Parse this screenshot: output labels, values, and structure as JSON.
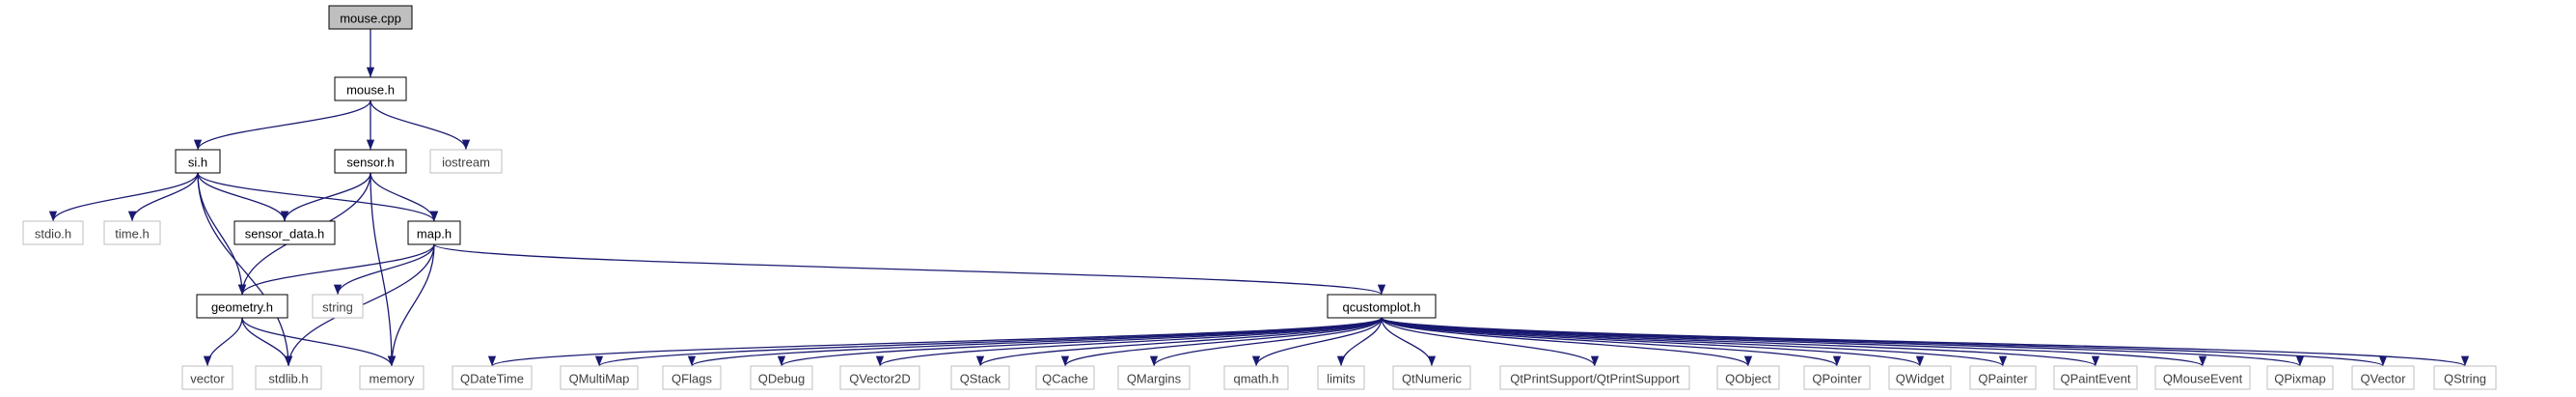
{
  "graph": {
    "nodes": [
      {
        "id": "mouse_cpp",
        "label": "mouse.cpp",
        "kind": "root"
      },
      {
        "id": "mouse_h",
        "label": "mouse.h",
        "kind": "local"
      },
      {
        "id": "si_h",
        "label": "si.h",
        "kind": "local"
      },
      {
        "id": "sensor_h",
        "label": "sensor.h",
        "kind": "local"
      },
      {
        "id": "iostream",
        "label": "iostream",
        "kind": "system"
      },
      {
        "id": "stdio_h",
        "label": "stdio.h",
        "kind": "system"
      },
      {
        "id": "time_h",
        "label": "time.h",
        "kind": "system"
      },
      {
        "id": "sensor_data_h",
        "label": "sensor_data.h",
        "kind": "local"
      },
      {
        "id": "map_h",
        "label": "map.h",
        "kind": "local"
      },
      {
        "id": "geometry_h",
        "label": "geometry.h",
        "kind": "local"
      },
      {
        "id": "string",
        "label": "string",
        "kind": "system"
      },
      {
        "id": "qcustomplot_h",
        "label": "qcustomplot.h",
        "kind": "local"
      },
      {
        "id": "vector",
        "label": "vector",
        "kind": "system"
      },
      {
        "id": "stdlib_h",
        "label": "stdlib.h",
        "kind": "system"
      },
      {
        "id": "memory",
        "label": "memory",
        "kind": "system"
      },
      {
        "id": "QDateTime",
        "label": "QDateTime",
        "kind": "system"
      },
      {
        "id": "QMultiMap",
        "label": "QMultiMap",
        "kind": "system"
      },
      {
        "id": "QFlags",
        "label": "QFlags",
        "kind": "system"
      },
      {
        "id": "QDebug",
        "label": "QDebug",
        "kind": "system"
      },
      {
        "id": "QVector2D",
        "label": "QVector2D",
        "kind": "system"
      },
      {
        "id": "QStack",
        "label": "QStack",
        "kind": "system"
      },
      {
        "id": "QCache",
        "label": "QCache",
        "kind": "system"
      },
      {
        "id": "QMargins",
        "label": "QMargins",
        "kind": "system"
      },
      {
        "id": "qmath_h",
        "label": "qmath.h",
        "kind": "system"
      },
      {
        "id": "limits",
        "label": "limits",
        "kind": "system"
      },
      {
        "id": "QtNumeric",
        "label": "QtNumeric",
        "kind": "system"
      },
      {
        "id": "QtPrintSupport",
        "label": "QtPrintSupport/QtPrintSupport",
        "kind": "system"
      },
      {
        "id": "QObject",
        "label": "QObject",
        "kind": "system"
      },
      {
        "id": "QPointer",
        "label": "QPointer",
        "kind": "system"
      },
      {
        "id": "QWidget",
        "label": "QWidget",
        "kind": "system"
      },
      {
        "id": "QPainter",
        "label": "QPainter",
        "kind": "system"
      },
      {
        "id": "QPaintEvent",
        "label": "QPaintEvent",
        "kind": "system"
      },
      {
        "id": "QMouseEvent",
        "label": "QMouseEvent",
        "kind": "system"
      },
      {
        "id": "QPixmap",
        "label": "QPixmap",
        "kind": "system"
      },
      {
        "id": "QVector",
        "label": "QVector",
        "kind": "system"
      },
      {
        "id": "QString",
        "label": "QString",
        "kind": "system"
      }
    ],
    "edges": [
      [
        "mouse_cpp",
        "mouse_h"
      ],
      [
        "mouse_h",
        "si_h"
      ],
      [
        "mouse_h",
        "sensor_h"
      ],
      [
        "mouse_h",
        "iostream"
      ],
      [
        "si_h",
        "stdio_h"
      ],
      [
        "si_h",
        "time_h"
      ],
      [
        "si_h",
        "sensor_data_h"
      ],
      [
        "si_h",
        "map_h"
      ],
      [
        "si_h",
        "geometry_h"
      ],
      [
        "si_h",
        "stdlib_h"
      ],
      [
        "sensor_h",
        "sensor_data_h"
      ],
      [
        "sensor_h",
        "map_h"
      ],
      [
        "sensor_h",
        "geometry_h"
      ],
      [
        "sensor_h",
        "memory"
      ],
      [
        "map_h",
        "geometry_h"
      ],
      [
        "map_h",
        "string"
      ],
      [
        "map_h",
        "qcustomplot_h"
      ],
      [
        "map_h",
        "stdlib_h"
      ],
      [
        "map_h",
        "memory"
      ],
      [
        "geometry_h",
        "vector"
      ],
      [
        "geometry_h",
        "stdlib_h"
      ],
      [
        "geometry_h",
        "memory"
      ],
      [
        "qcustomplot_h",
        "QDateTime"
      ],
      [
        "qcustomplot_h",
        "QMultiMap"
      ],
      [
        "qcustomplot_h",
        "QFlags"
      ],
      [
        "qcustomplot_h",
        "QDebug"
      ],
      [
        "qcustomplot_h",
        "QVector2D"
      ],
      [
        "qcustomplot_h",
        "QStack"
      ],
      [
        "qcustomplot_h",
        "QCache"
      ],
      [
        "qcustomplot_h",
        "QMargins"
      ],
      [
        "qcustomplot_h",
        "qmath_h"
      ],
      [
        "qcustomplot_h",
        "limits"
      ],
      [
        "qcustomplot_h",
        "QtNumeric"
      ],
      [
        "qcustomplot_h",
        "QtPrintSupport"
      ],
      [
        "qcustomplot_h",
        "QObject"
      ],
      [
        "qcustomplot_h",
        "QPointer"
      ],
      [
        "qcustomplot_h",
        "QWidget"
      ],
      [
        "qcustomplot_h",
        "QPainter"
      ],
      [
        "qcustomplot_h",
        "QPaintEvent"
      ],
      [
        "qcustomplot_h",
        "QMouseEvent"
      ],
      [
        "qcustomplot_h",
        "QPixmap"
      ],
      [
        "qcustomplot_h",
        "QVector"
      ],
      [
        "qcustomplot_h",
        "QString"
      ]
    ]
  },
  "colors": {
    "edge": "#191970",
    "root_fill": "#bfbfbf",
    "local_border": "#000000",
    "system_border": "#bfbfbf",
    "system_text": "#3f3f3f",
    "text": "#000000"
  }
}
